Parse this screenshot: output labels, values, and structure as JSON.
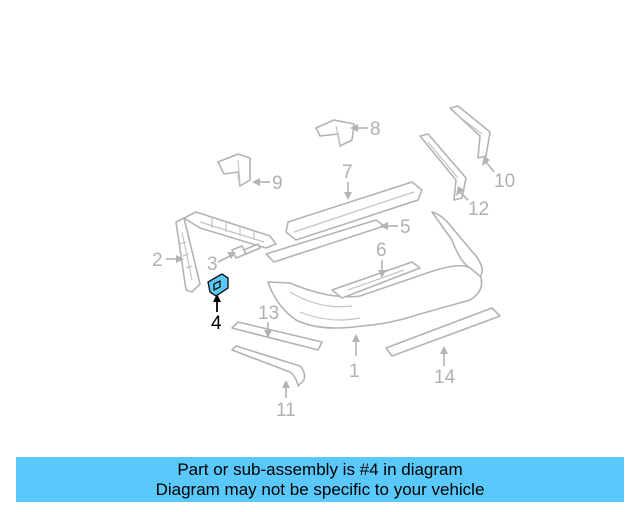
{
  "colors": {
    "banner_background": "#5ac8fa",
    "highlight_part": "#5ac8fa",
    "part_outline": "#b3b3b3",
    "callout_text": "#b0b0b0",
    "highlight_text": "#000000"
  },
  "diagram": {
    "highlighted_part": "4",
    "callouts": {
      "c1": "1",
      "c2": "2",
      "c3": "3",
      "c4": "4",
      "c5": "5",
      "c6": "6",
      "c7": "7",
      "c8": "8",
      "c9": "9",
      "c10": "10",
      "c11": "11",
      "c12": "12",
      "c13": "13",
      "c14": "14"
    }
  },
  "banner": {
    "line1": "Part or sub-assembly is #4 in diagram",
    "line2": "Diagram may not be specific to your vehicle"
  }
}
